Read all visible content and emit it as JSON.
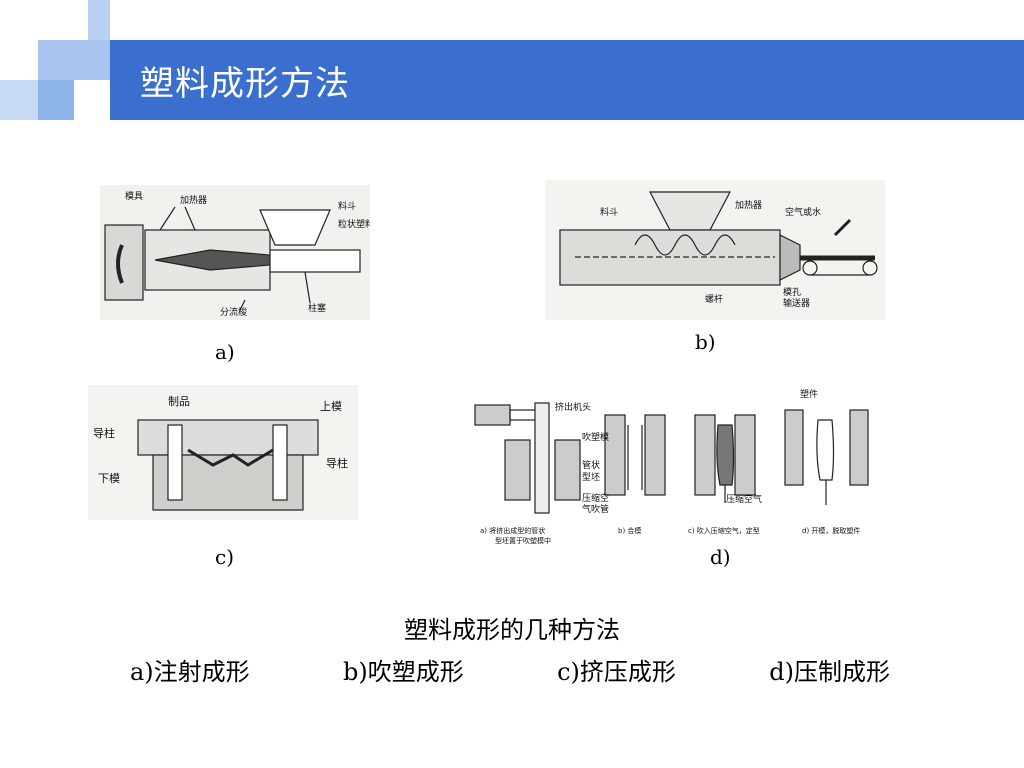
{
  "slide": {
    "title": "塑料成形方法",
    "accent_color": "#3a6fcf",
    "square_color": "#8fb4ea"
  },
  "figures": {
    "a": {
      "label": "a)",
      "callouts": [
        "模具",
        "加热器",
        "料斗",
        "粒状塑料",
        "分流梭",
        "柱塞"
      ]
    },
    "b": {
      "label": "b)",
      "callouts": [
        "料斗",
        "加热器",
        "空气或水",
        "螺杆",
        "模孔",
        "输送器"
      ]
    },
    "c": {
      "label": "c)",
      "callouts": [
        "制品",
        "上模",
        "导柱",
        "导柱",
        "下模"
      ]
    },
    "d": {
      "label": "d)",
      "callouts": [
        "挤出机头",
        "吹塑模",
        "管状",
        "型坯",
        "压缩空",
        "气吹管",
        "压缩空气",
        "塑件"
      ],
      "sub_captions": [
        "a) 将挤出成型的管状",
        "型坯置于吹塑模中",
        "b) 合模",
        "c) 吹入压缩空气，定型",
        "d) 开模，脱取塑件"
      ]
    }
  },
  "caption": {
    "title": "塑料成形的几种方法",
    "items": [
      "a)注射成形",
      "b)吹塑成形",
      "c)挤压成形",
      "d)压制成形"
    ]
  }
}
